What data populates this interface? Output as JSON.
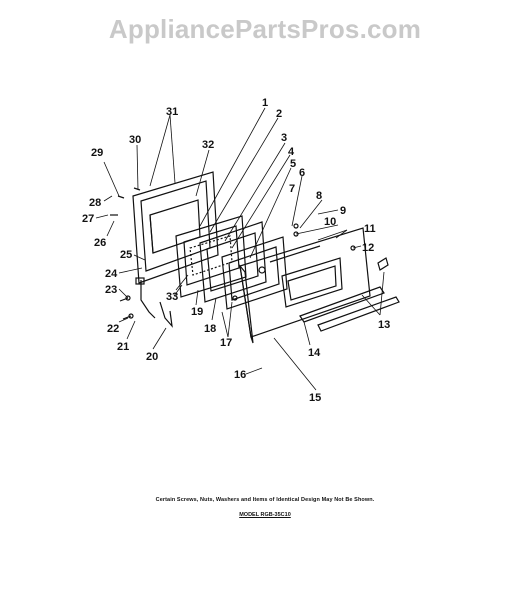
{
  "watermark": "AppliancePartsPros.com",
  "callouts": {
    "c1": "1",
    "c2": "2",
    "c3": "3",
    "c4": "4",
    "c5": "5",
    "c6": "6",
    "c7": "7",
    "c8": "8",
    "c9": "9",
    "c10": "10",
    "c11": "11",
    "c12": "12",
    "c13": "13",
    "c14": "14",
    "c15": "15",
    "c16": "16",
    "c17": "17",
    "c18": "18",
    "c19": "19",
    "c20": "20",
    "c21": "21",
    "c22": "22",
    "c23": "23",
    "c24": "24",
    "c25": "25",
    "c26": "26",
    "c27": "27",
    "c28": "28",
    "c29": "29",
    "c30": "30",
    "c31": "31",
    "c32": "32",
    "c33": "33"
  },
  "footer": {
    "disclaimer": "Certain Screws, Nuts, Washers and Items of Identical Design May Not Be Shown.",
    "model": "MODEL RGB-35C10"
  }
}
